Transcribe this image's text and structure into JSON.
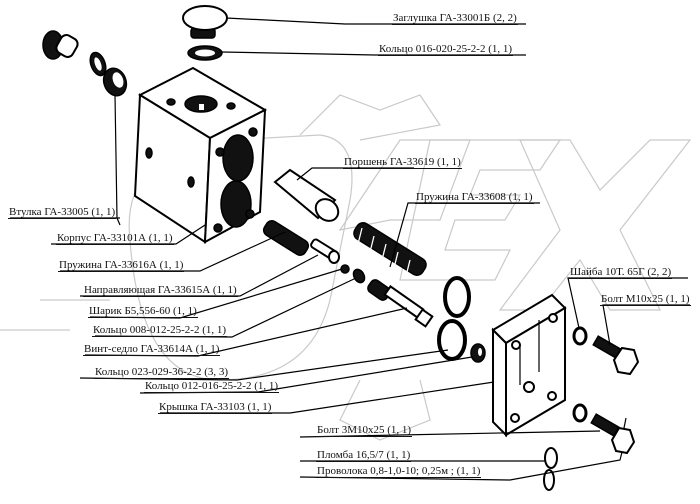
{
  "diagram": {
    "type": "exploded-parts-diagram",
    "watermark": "OPEX",
    "labels": [
      {
        "id": "zaglushka",
        "text": "Заглушка ГА-33001Б (2, 2)"
      },
      {
        "id": "koltso-016",
        "text": "Кольцо 016-020-25-2-2 (1, 1)"
      },
      {
        "id": "porshen",
        "text": "Поршень ГА-33619 (1, 1)"
      },
      {
        "id": "pruzhina-608",
        "text": "Пружина ГА-33608 (1, 1)"
      },
      {
        "id": "vtulka",
        "text": "Втулка ГА-33005 (1, 1)"
      },
      {
        "id": "korpus",
        "text": "Корпус ГА-33101А (1, 1)"
      },
      {
        "id": "pruzhina-616",
        "text": "Пружина ГА-33616А (1, 1)"
      },
      {
        "id": "napravlyayushchaya",
        "text": "Направляющая ГА-33615А (1, 1)"
      },
      {
        "id": "sharik",
        "text": "Шарик Б5,556-60 (1, 1)"
      },
      {
        "id": "koltso-008",
        "text": "Кольцо 008-012-25-2-2 (1, 1)"
      },
      {
        "id": "vint-sedlo",
        "text": "Винт-седло ГА-33614А (1, 1)"
      },
      {
        "id": "koltso-023",
        "text": "Кольцо 023-029-36-2-2 (3, 3)"
      },
      {
        "id": "koltso-012",
        "text": "Кольцо 012-016-25-2-2 (1, 1)"
      },
      {
        "id": "kryshka",
        "text": "Крышка ГА-33103 (1, 1)"
      },
      {
        "id": "shayba",
        "text": "Шайба 10Т. 65Г (2, 2)"
      },
      {
        "id": "bolt-m10",
        "text": "Болт М10х25 (1, 1)"
      },
      {
        "id": "bolt-3m10",
        "text": "Болт 3М10х25 (1, 1)"
      },
      {
        "id": "plomba",
        "text": "Пломба 16,5/7 (1, 1)"
      },
      {
        "id": "provoloka",
        "text": "Проволока 0,8-1,0-10; 0,25м ; (1, 1)"
      }
    ]
  }
}
